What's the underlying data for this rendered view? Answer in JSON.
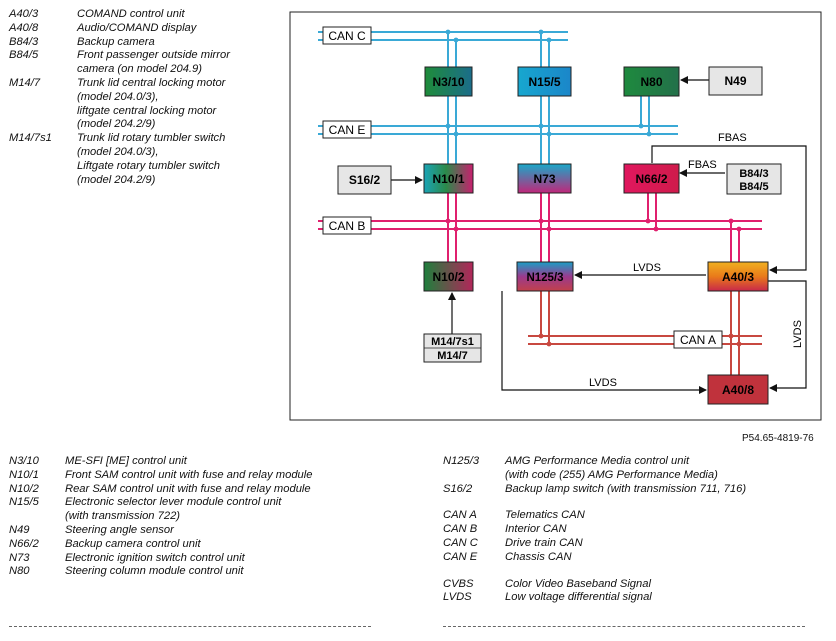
{
  "legend_top": [
    {
      "code": "A40/3",
      "desc": "COMAND control unit"
    },
    {
      "code": "A40/8",
      "desc": "Audio/COMAND display"
    },
    {
      "code": "B84/3",
      "desc": "Backup camera"
    },
    {
      "code": "B84/5",
      "desc": "Front passenger outside mirror\ncamera (on model 204.9)"
    },
    {
      "code": "M14/7",
      "desc": "Trunk lid central locking motor\n(model 204.0/3),\nliftgate central locking motor\n(model 204.2/9)"
    },
    {
      "code": "M14/7s1",
      "desc": "Trunk lid rotary tumbler switch\n(model 204.0/3),\nLiftgate rotary tumbler switch\n(model 204.2/9)"
    }
  ],
  "legend_bottom_left": [
    {
      "code": "N3/10",
      "desc": "ME-SFI [ME] control unit"
    },
    {
      "code": "N10/1",
      "desc": "Front SAM control unit with fuse and relay module"
    },
    {
      "code": "N10/2",
      "desc": "Rear SAM control unit with fuse and relay module"
    },
    {
      "code": "N15/5",
      "desc": "Electronic selector lever module control unit\n(with transmission 722)"
    },
    {
      "code": "N49",
      "desc": "Steering angle sensor"
    },
    {
      "code": "N66/2",
      "desc": "Backup camera control unit"
    },
    {
      "code": "N73",
      "desc": "Electronic ignition switch control unit"
    },
    {
      "code": "N80",
      "desc": "Steering column module control unit"
    }
  ],
  "legend_bottom_right": [
    {
      "code": "N125/3",
      "desc": "AMG Performance Media control unit\n(with code (255) AMG Performance Media)"
    },
    {
      "code": "S16/2",
      "desc": "Backup lamp switch (with transmission 711, 716)"
    },
    {
      "code": "",
      "desc": ""
    },
    {
      "code": "CAN A",
      "desc": "Telematics CAN"
    },
    {
      "code": "CAN B",
      "desc": "Interior CAN"
    },
    {
      "code": "CAN C",
      "desc": "Drive train CAN"
    },
    {
      "code": "CAN E",
      "desc": "Chassis CAN"
    },
    {
      "code": "",
      "desc": ""
    },
    {
      "code": "CVBS",
      "desc": "Color Video Baseband Signal"
    },
    {
      "code": "LVDS",
      "desc": "Low voltage differential signal"
    }
  ],
  "diagram": {
    "bus_labels": {
      "can_c": "CAN C",
      "can_e": "CAN E",
      "can_b": "CAN B",
      "can_a": "CAN A"
    },
    "units": {
      "n3_10": "N3/10",
      "n15_5": "N15/5",
      "n80": "N80",
      "n49": "N49",
      "s16_2": "S16/2",
      "n10_1": "N10/1",
      "n73": "N73",
      "n66_2": "N66/2",
      "b84": [
        "B84/3",
        "B84/5"
      ],
      "n10_2": "N10/2",
      "n125_3": "N125/3",
      "a40_3": "A40/3",
      "m14": [
        "M14/7s1",
        "M14/7"
      ],
      "a40_8": "A40/8"
    },
    "signal_labels": {
      "fbas_top": "FBAS",
      "fbas_mid": "FBAS",
      "lvds_top": "LVDS",
      "lvds_right": "LVDS",
      "lvds_bottom": "LVDS"
    }
  },
  "figure_ref": "P54.65-4819-76",
  "colors": {
    "can_c_e": "#3aa9d6",
    "can_b": "#e0206e",
    "can_a": "#c84840",
    "frame": "#222222"
  }
}
